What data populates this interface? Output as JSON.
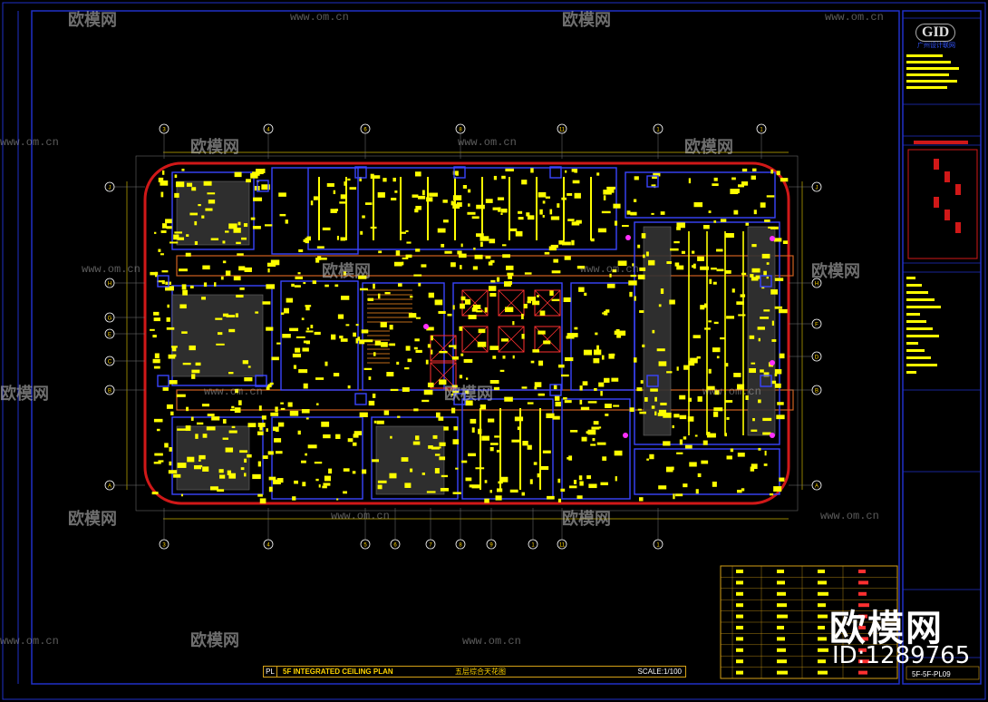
{
  "drawing": {
    "title_code": "PL",
    "title_en": "5F INTEGRATED CEILING PLAN",
    "title_cn": "五层综合天花图",
    "scale": "SCALE:1/100",
    "sheet_no": "5F-5F-PL09"
  },
  "title_block": {
    "logo": "GID",
    "logo_sub": "广州设计联网"
  },
  "grid_labels": {
    "top": [
      "3",
      "4",
      "6",
      "8",
      "11",
      "1",
      "1"
    ],
    "bottom": [
      "3",
      "4",
      "5",
      "6",
      "7",
      "8",
      "9",
      "1",
      "11",
      "1"
    ],
    "left": [
      "J",
      "H",
      "G",
      "E",
      "C",
      "B",
      "A"
    ],
    "right": [
      "J",
      "H",
      "F",
      "D",
      "B",
      "A"
    ]
  },
  "watermark": {
    "text": "欧模网",
    "url": "www.om.cn",
    "brand": "欧模网",
    "id": "ID:1289765"
  },
  "colors": {
    "background": "#000000",
    "outline": "#d01818",
    "fixture": "#ffff00",
    "wall": "#3a44ff",
    "border": "#2030c8"
  }
}
